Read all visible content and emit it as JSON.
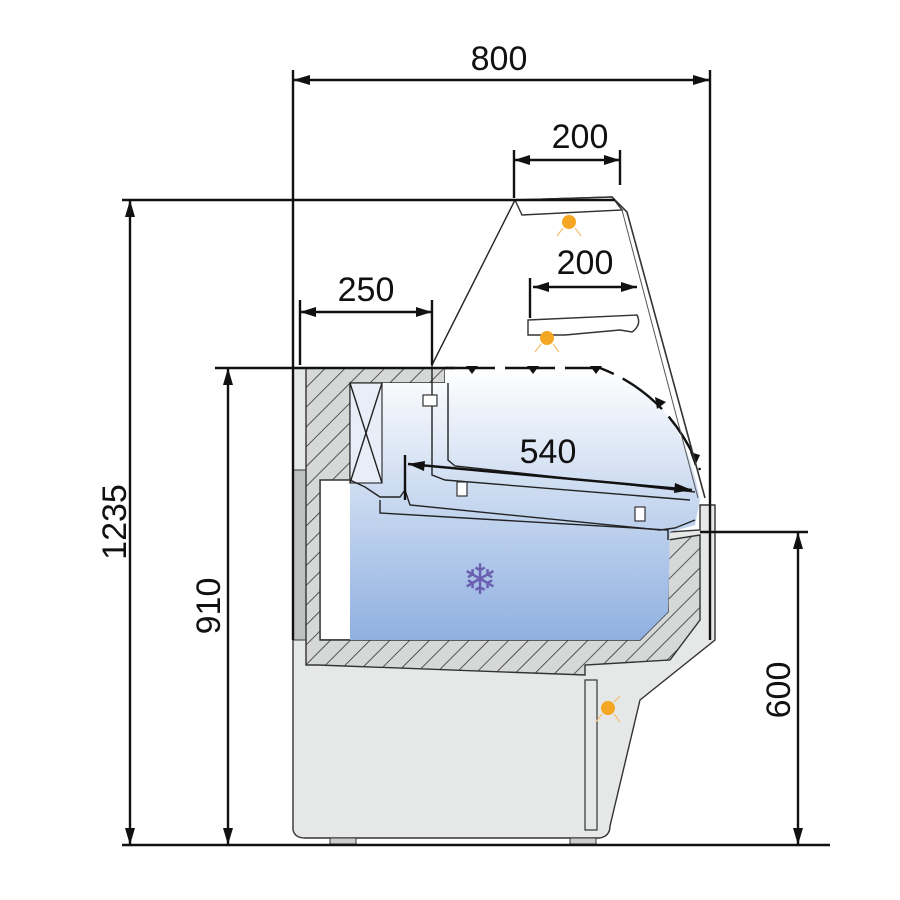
{
  "diagram": {
    "title": "Refrigerated display counter cross-section",
    "dimensions": {
      "overall_depth": "800",
      "overall_height": "1235",
      "counter_height": "910",
      "front_height": "600",
      "rear_worktop": "250",
      "top_shelf_depth": "200",
      "middle_shelf_depth": "200",
      "display_depth": "540"
    },
    "colors": {
      "line": "#111111",
      "cabinet": "#e6e8e8",
      "insulation": "#d0d2d2",
      "cold_top": "#ffffff",
      "cold_bottom": "#8fb0e0",
      "light": "#f5a623",
      "snowflake": "#6a5fb0"
    }
  }
}
